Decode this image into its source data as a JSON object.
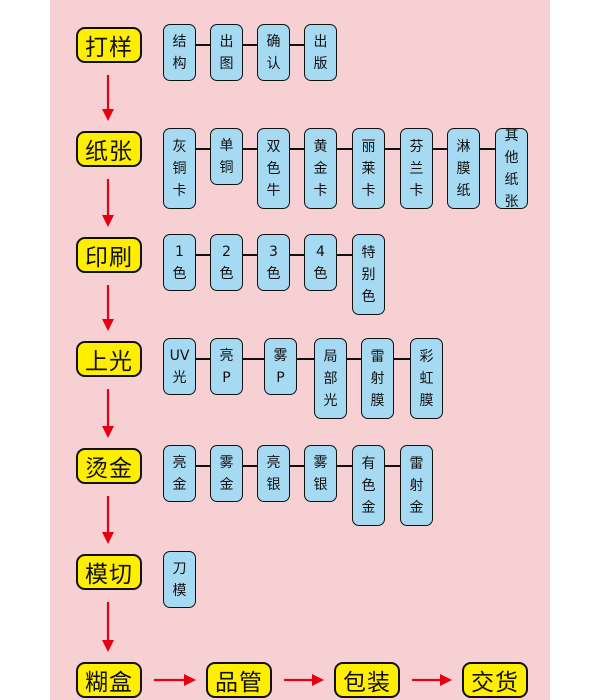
{
  "stages": [
    {
      "label": "打样",
      "options": [
        "结构",
        "出图",
        "确认",
        "出版"
      ]
    },
    {
      "label": "纸张",
      "options": [
        "灰铜卡",
        "单铜",
        "双色牛",
        "黄金卡",
        "丽莱卡",
        "芬兰卡",
        "淋膜纸",
        "其他纸张"
      ]
    },
    {
      "label": "印刷",
      "options": [
        "1色",
        "2色",
        "3色",
        "4色",
        "特别色"
      ]
    },
    {
      "label": "上光",
      "options": [
        "UV光",
        "亮P",
        "雾P",
        "局部光",
        "雷射膜",
        "彩虹膜"
      ]
    },
    {
      "label": "烫金",
      "options": [
        "亮金",
        "雾金",
        "亮银",
        "雾银",
        "有色金",
        "雷射金"
      ]
    },
    {
      "label": "模切",
      "options": [
        "刀模"
      ]
    }
  ],
  "final_row": [
    "糊盒",
    "品管",
    "包装",
    "交货"
  ],
  "colors": {
    "background": "#f7d0d4",
    "stage_fill": "#ffee00",
    "option_fill": "#a6d9f2",
    "arrow": "#e60012"
  }
}
